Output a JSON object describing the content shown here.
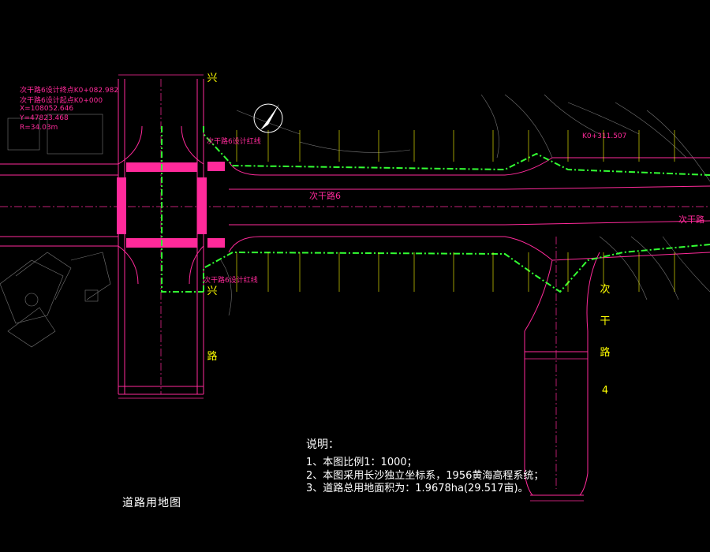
{
  "notes": {
    "heading": "说明：",
    "items": [
      "1、本图比例1：1000；",
      "2、本图采用长沙独立坐标系，1956黄海高程系统；",
      "3、道路总用地面积为：1.9678ha(29.517亩)。"
    ]
  },
  "drawing_title": "道路用地图",
  "road_labels": {
    "main_road": "次干路6",
    "cross_road_top": "兴",
    "cross_road_bottom_1": "兴",
    "cross_road_bottom_2": "路",
    "side_road_1": "次",
    "side_road_2": "干",
    "side_road_3": "路",
    "side_road_4": "4",
    "east_road": "次干路"
  },
  "annotations": {
    "top_left_1": "次干路6设计终点K0+082.982",
    "top_left_2": "次干路6设计起点K0+000",
    "top_left_3": "X=108052.646",
    "top_left_4": "Y=47823.468",
    "top_left_5": "R=34.03m",
    "right_top": "K0+311.507",
    "design_label_top": "次干路6设计红线",
    "design_label_bottom": "次干路6设计红线"
  },
  "colors": {
    "road_line": "#ff2a9a",
    "boundary": "#33ff33",
    "station_text": "#ffff00",
    "text": "#ffffff",
    "background": "#000000",
    "terrain": "#8a8a8a"
  }
}
